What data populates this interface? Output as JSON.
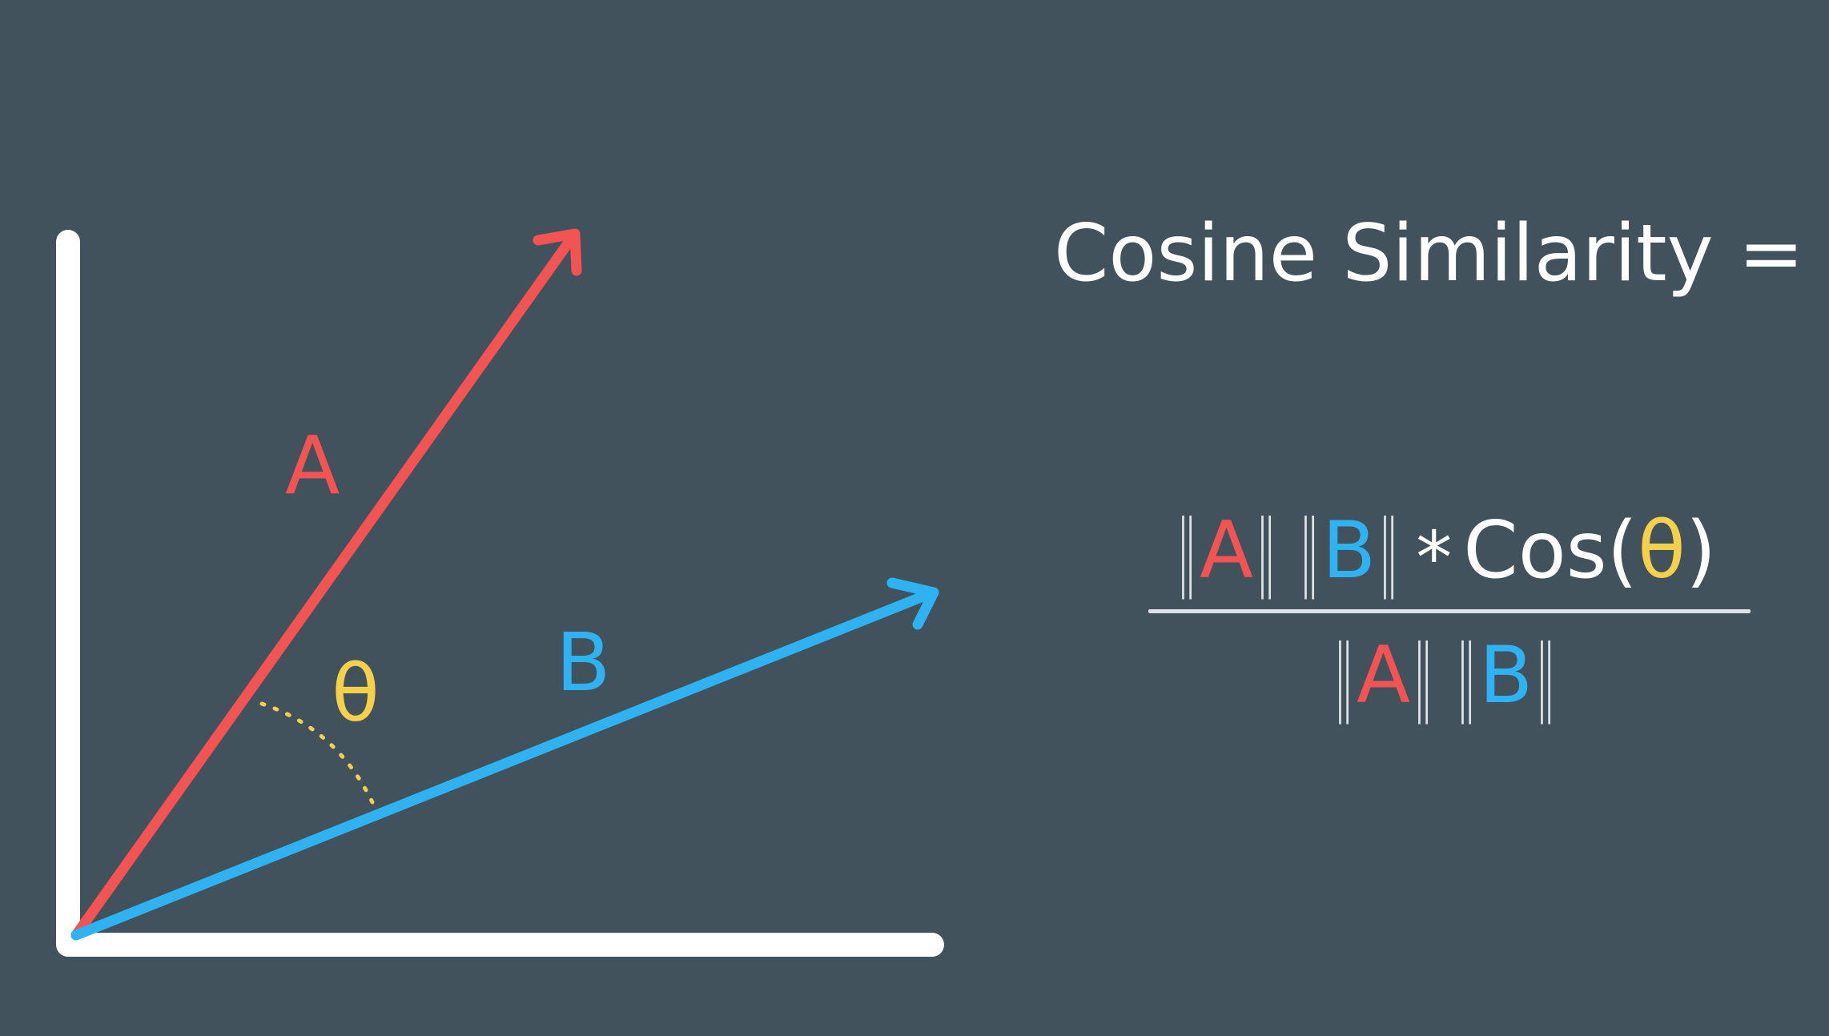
{
  "colors": {
    "background": "#41525c",
    "axis": "#ffffff",
    "vector_a": "#f25353",
    "vector_b": "#2fb2f2",
    "theta": "#f5d04a",
    "text": "#ffffff",
    "fraction_line": "#dfe3e6"
  },
  "diagram": {
    "vector_a_label": "A",
    "vector_b_label": "B",
    "angle_label": "θ"
  },
  "formula": {
    "title": "Cosine Similarity =",
    "bar": "‖",
    "a": "A",
    "b": "B",
    "times": "*",
    "cos_open": "Cos(",
    "theta": "θ",
    "cos_close": ")"
  }
}
